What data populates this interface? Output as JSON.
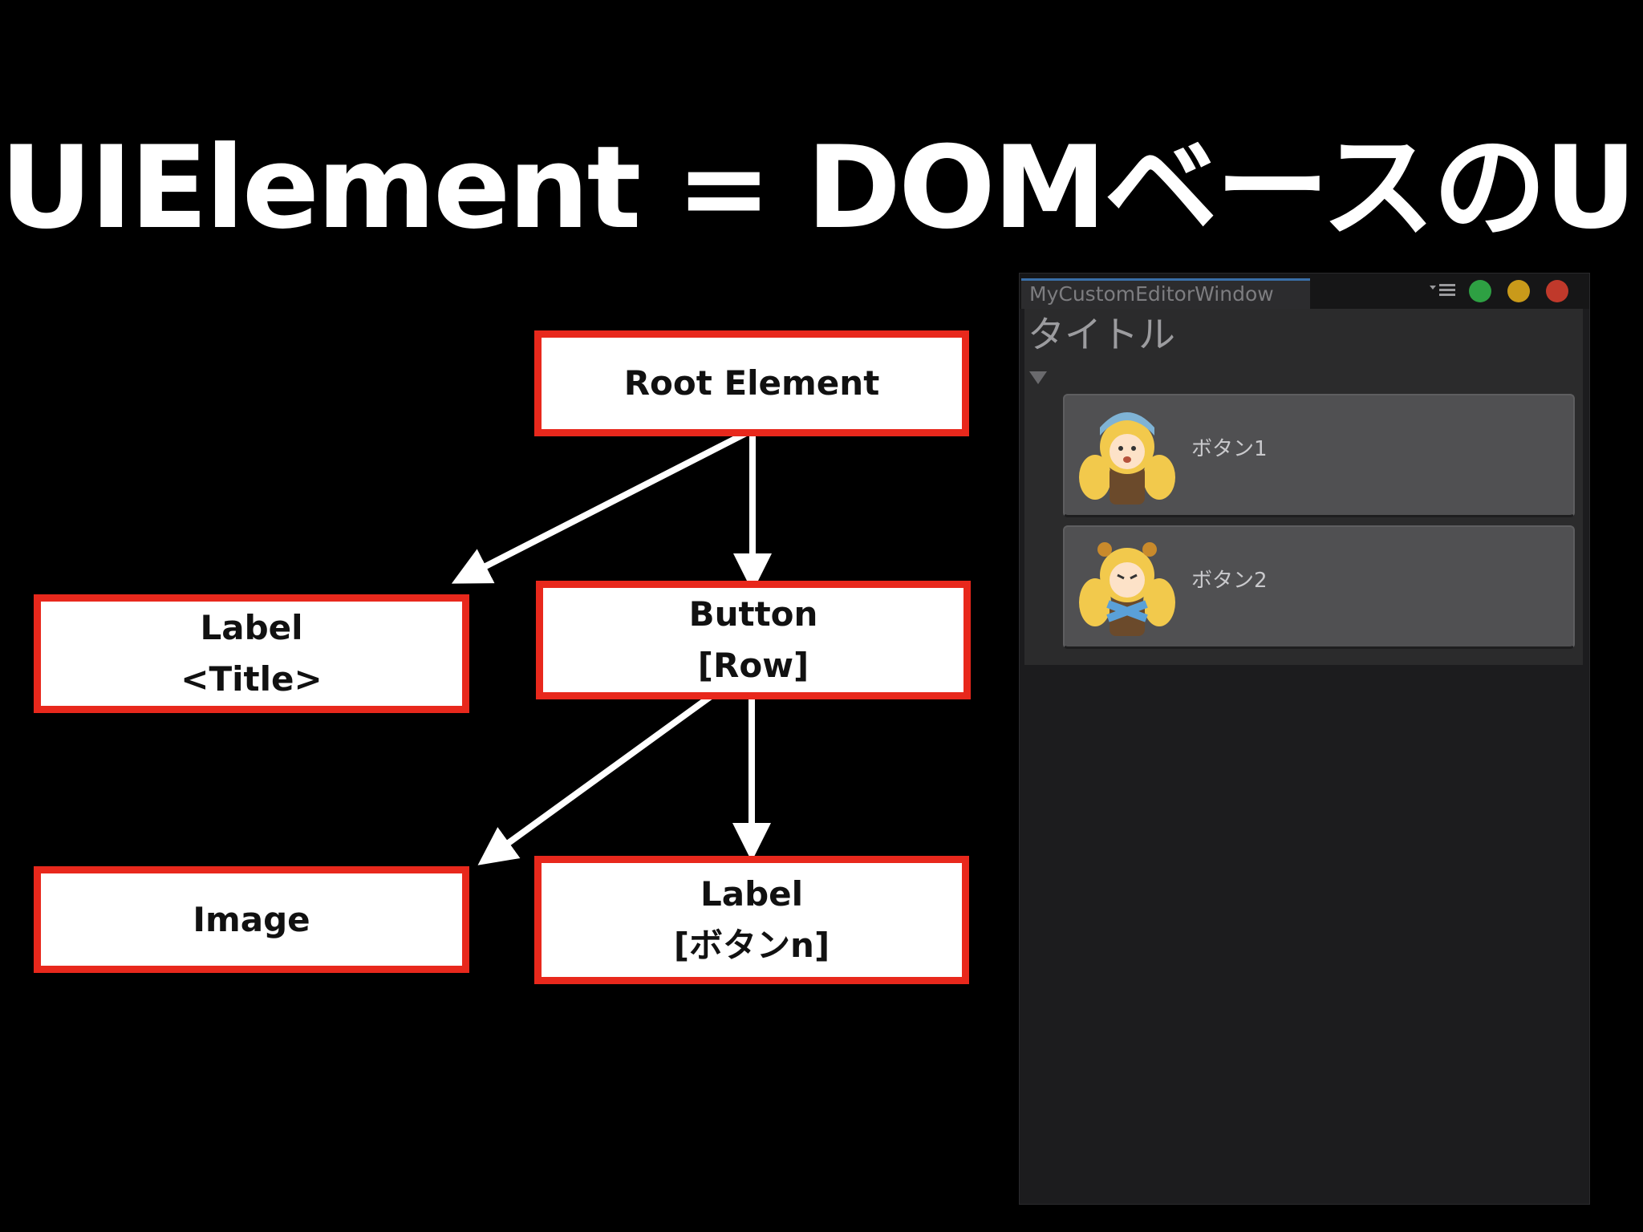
{
  "slide": {
    "title": "UIElement = DOMベースのUI"
  },
  "diagram": {
    "nodes": [
      {
        "id": "root",
        "lines": [
          "Root Element"
        ]
      },
      {
        "id": "label-title",
        "lines": [
          "Label",
          "<Title>"
        ]
      },
      {
        "id": "button-row",
        "lines": [
          "Button",
          "[Row]"
        ]
      },
      {
        "id": "image",
        "lines": [
          "Image"
        ]
      },
      {
        "id": "label-button",
        "lines": [
          "Label",
          "[ボタンn]"
        ]
      }
    ],
    "edges": [
      {
        "from": "root",
        "to": "label-title"
      },
      {
        "from": "root",
        "to": "button-row"
      },
      {
        "from": "button-row",
        "to": "image"
      },
      {
        "from": "button-row",
        "to": "label-button"
      }
    ],
    "colors": {
      "node_border": "#e8281c",
      "node_fill": "#ffffff",
      "arrow": "#ffffff"
    }
  },
  "editor": {
    "tab_title": "MyCustomEditorWindow",
    "heading": "タイトル",
    "foldout_icon": "triangle-down-icon",
    "menu_icon": "menu-icon",
    "window_buttons": [
      {
        "name": "window-green-button",
        "color": "#2ea043"
      },
      {
        "name": "window-yellow-button",
        "color": "#c99a1a"
      },
      {
        "name": "window-red-button",
        "color": "#c0392b"
      }
    ],
    "rows": [
      {
        "label": "ボタン1",
        "image": "character-thumbnail"
      },
      {
        "label": "ボタン2",
        "image": "character-thumbnail"
      }
    ]
  }
}
